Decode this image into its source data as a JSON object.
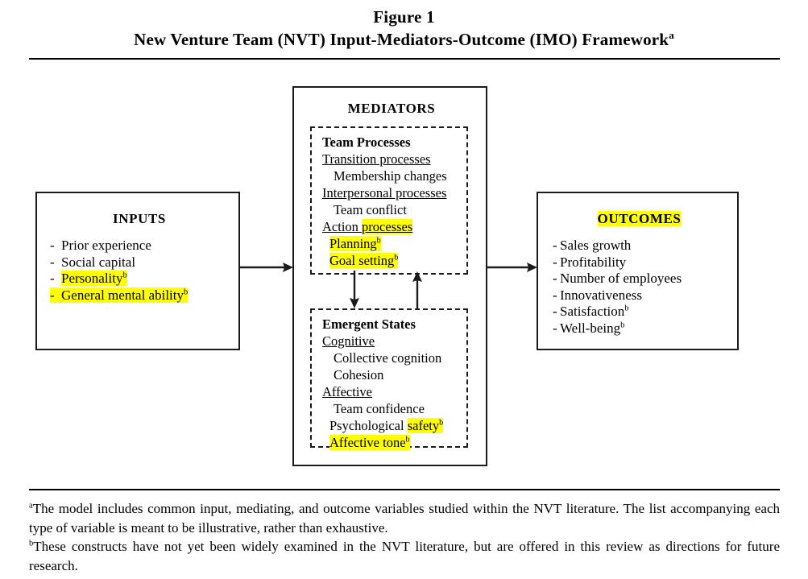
{
  "figure": {
    "title": "Figure 1",
    "subtitle_text": "New Venture Team (NVT) Input-Mediators-Outcome (IMO) Framework",
    "subtitle_marker": "a"
  },
  "inputs": {
    "heading": "INPUTS",
    "items": [
      {
        "label": "Prior experience",
        "marker": "",
        "highlight": "none"
      },
      {
        "label": "Social capital",
        "marker": "",
        "highlight": "none"
      },
      {
        "label": "Personality",
        "marker": "b",
        "highlight": "text-only"
      },
      {
        "label": "General mental ability",
        "marker": "b",
        "highlight": "full-row"
      }
    ]
  },
  "mediators": {
    "heading": "MEDIATORS",
    "team_processes": {
      "title": "Team Processes",
      "rows": [
        {
          "label": "Transition processes",
          "style": "category",
          "marker": "",
          "highlight": "none"
        },
        {
          "label": "Membership changes",
          "style": "item",
          "marker": "",
          "highlight": "none"
        },
        {
          "label": "Interpersonal processes",
          "style": "category",
          "marker": "",
          "highlight": "none"
        },
        {
          "label": "Team conflict",
          "style": "item",
          "marker": "",
          "highlight": "none"
        },
        {
          "label": "Action processes",
          "style": "category",
          "marker": "",
          "highlight": "partial",
          "highlight_from": "processes"
        },
        {
          "label": "Planning",
          "style": "item",
          "marker": "b",
          "highlight": "full"
        },
        {
          "label": "Goal setting",
          "style": "item",
          "marker": "b",
          "highlight": "full"
        }
      ]
    },
    "emergent_states": {
      "title": "Emergent States",
      "rows": [
        {
          "label": "Cognitive",
          "style": "category",
          "marker": "",
          "highlight": "none"
        },
        {
          "label": "Collective cognition",
          "style": "item",
          "marker": "",
          "highlight": "none"
        },
        {
          "label": "Cohesion",
          "style": "item",
          "marker": "",
          "highlight": "none"
        },
        {
          "label": "Affective",
          "style": "category",
          "marker": "",
          "highlight": "none"
        },
        {
          "label": "Team confidence",
          "style": "item",
          "marker": "",
          "highlight": "none"
        },
        {
          "label": "Psychological safety",
          "style": "item",
          "marker": "b",
          "highlight": "partial",
          "highlight_from": "safety"
        },
        {
          "label": "Affective tone",
          "style": "item",
          "marker": "b",
          "highlight": "full"
        }
      ]
    }
  },
  "outcomes": {
    "heading": "OUTCOMES",
    "heading_highlight": true,
    "items": [
      {
        "label": "Sales growth",
        "marker": ""
      },
      {
        "label": "Profitability",
        "marker": ""
      },
      {
        "label": "Number of employees",
        "marker": ""
      },
      {
        "label": "Innovativeness",
        "marker": ""
      },
      {
        "label": "Satisfaction",
        "marker": "b"
      },
      {
        "label": "Well-being",
        "marker": "b"
      }
    ]
  },
  "arrows": [
    {
      "name": "inputs-to-mediators",
      "direction": "right"
    },
    {
      "name": "mediators-to-outcomes",
      "direction": "right"
    },
    {
      "name": "team-processes-to-emergent-states",
      "direction": "down"
    },
    {
      "name": "emergent-states-to-team-processes",
      "direction": "up"
    }
  ],
  "footnotes": [
    {
      "marker": "a",
      "text": "The model includes common input, mediating, and outcome variables studied within the NVT literature. The list accompanying each type of variable is meant to be illustrative, rather than exhaustive."
    },
    {
      "marker": "b",
      "text": "These constructs have not yet been widely examined in the NVT literature, but are offered in this review as directions for future research."
    }
  ],
  "colors": {
    "highlight": "#ffff00",
    "line": "#1a1a1a",
    "text": "#000000",
    "background": "#ffffff"
  }
}
